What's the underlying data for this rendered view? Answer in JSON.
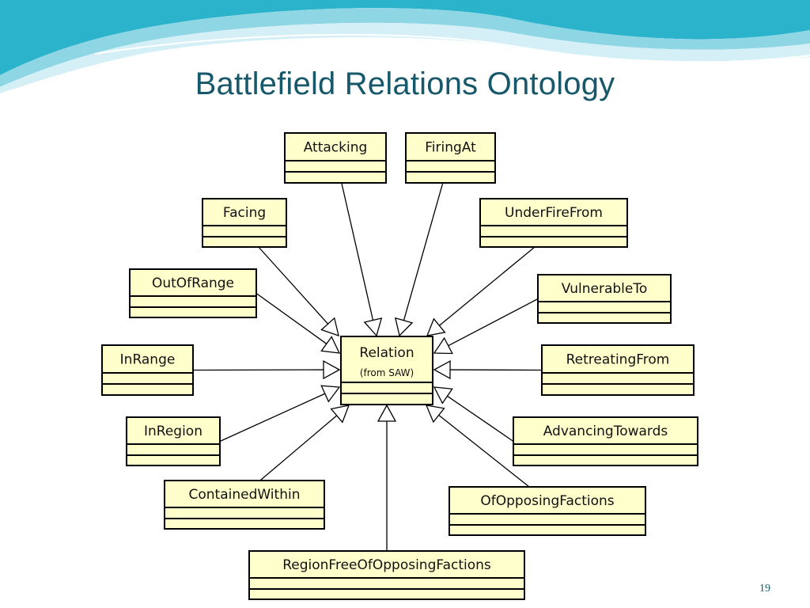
{
  "title": "Battlefield Relations Ontology",
  "page_number": "19",
  "colors": {
    "title": "#17586a",
    "class_fill": "#ffffcc",
    "class_border": "#000000",
    "wave_dark": "#2bb3cc",
    "wave_light": "#bde9f1"
  },
  "diagram": {
    "center": {
      "name": "Relation",
      "stereotype": "(from SAW)"
    },
    "classes": [
      {
        "id": "attacking",
        "name": "Attacking"
      },
      {
        "id": "firingat",
        "name": "FiringAt"
      },
      {
        "id": "facing",
        "name": "Facing"
      },
      {
        "id": "underfirefrom",
        "name": "UnderFireFrom"
      },
      {
        "id": "outofrange",
        "name": "OutOfRange"
      },
      {
        "id": "vulnerableto",
        "name": "VulnerableTo"
      },
      {
        "id": "inrange",
        "name": "InRange"
      },
      {
        "id": "retreatingfrom",
        "name": "RetreatingFrom"
      },
      {
        "id": "inregion",
        "name": "InRegion"
      },
      {
        "id": "advancingtowards",
        "name": "AdvancingTowards"
      },
      {
        "id": "containedwithin",
        "name": "ContainedWithin"
      },
      {
        "id": "ofopposingfactions",
        "name": "OfOpposingFactions"
      },
      {
        "id": "regionfreeofopposingfactions",
        "name": "RegionFreeOfOpposingFactions"
      }
    ]
  }
}
